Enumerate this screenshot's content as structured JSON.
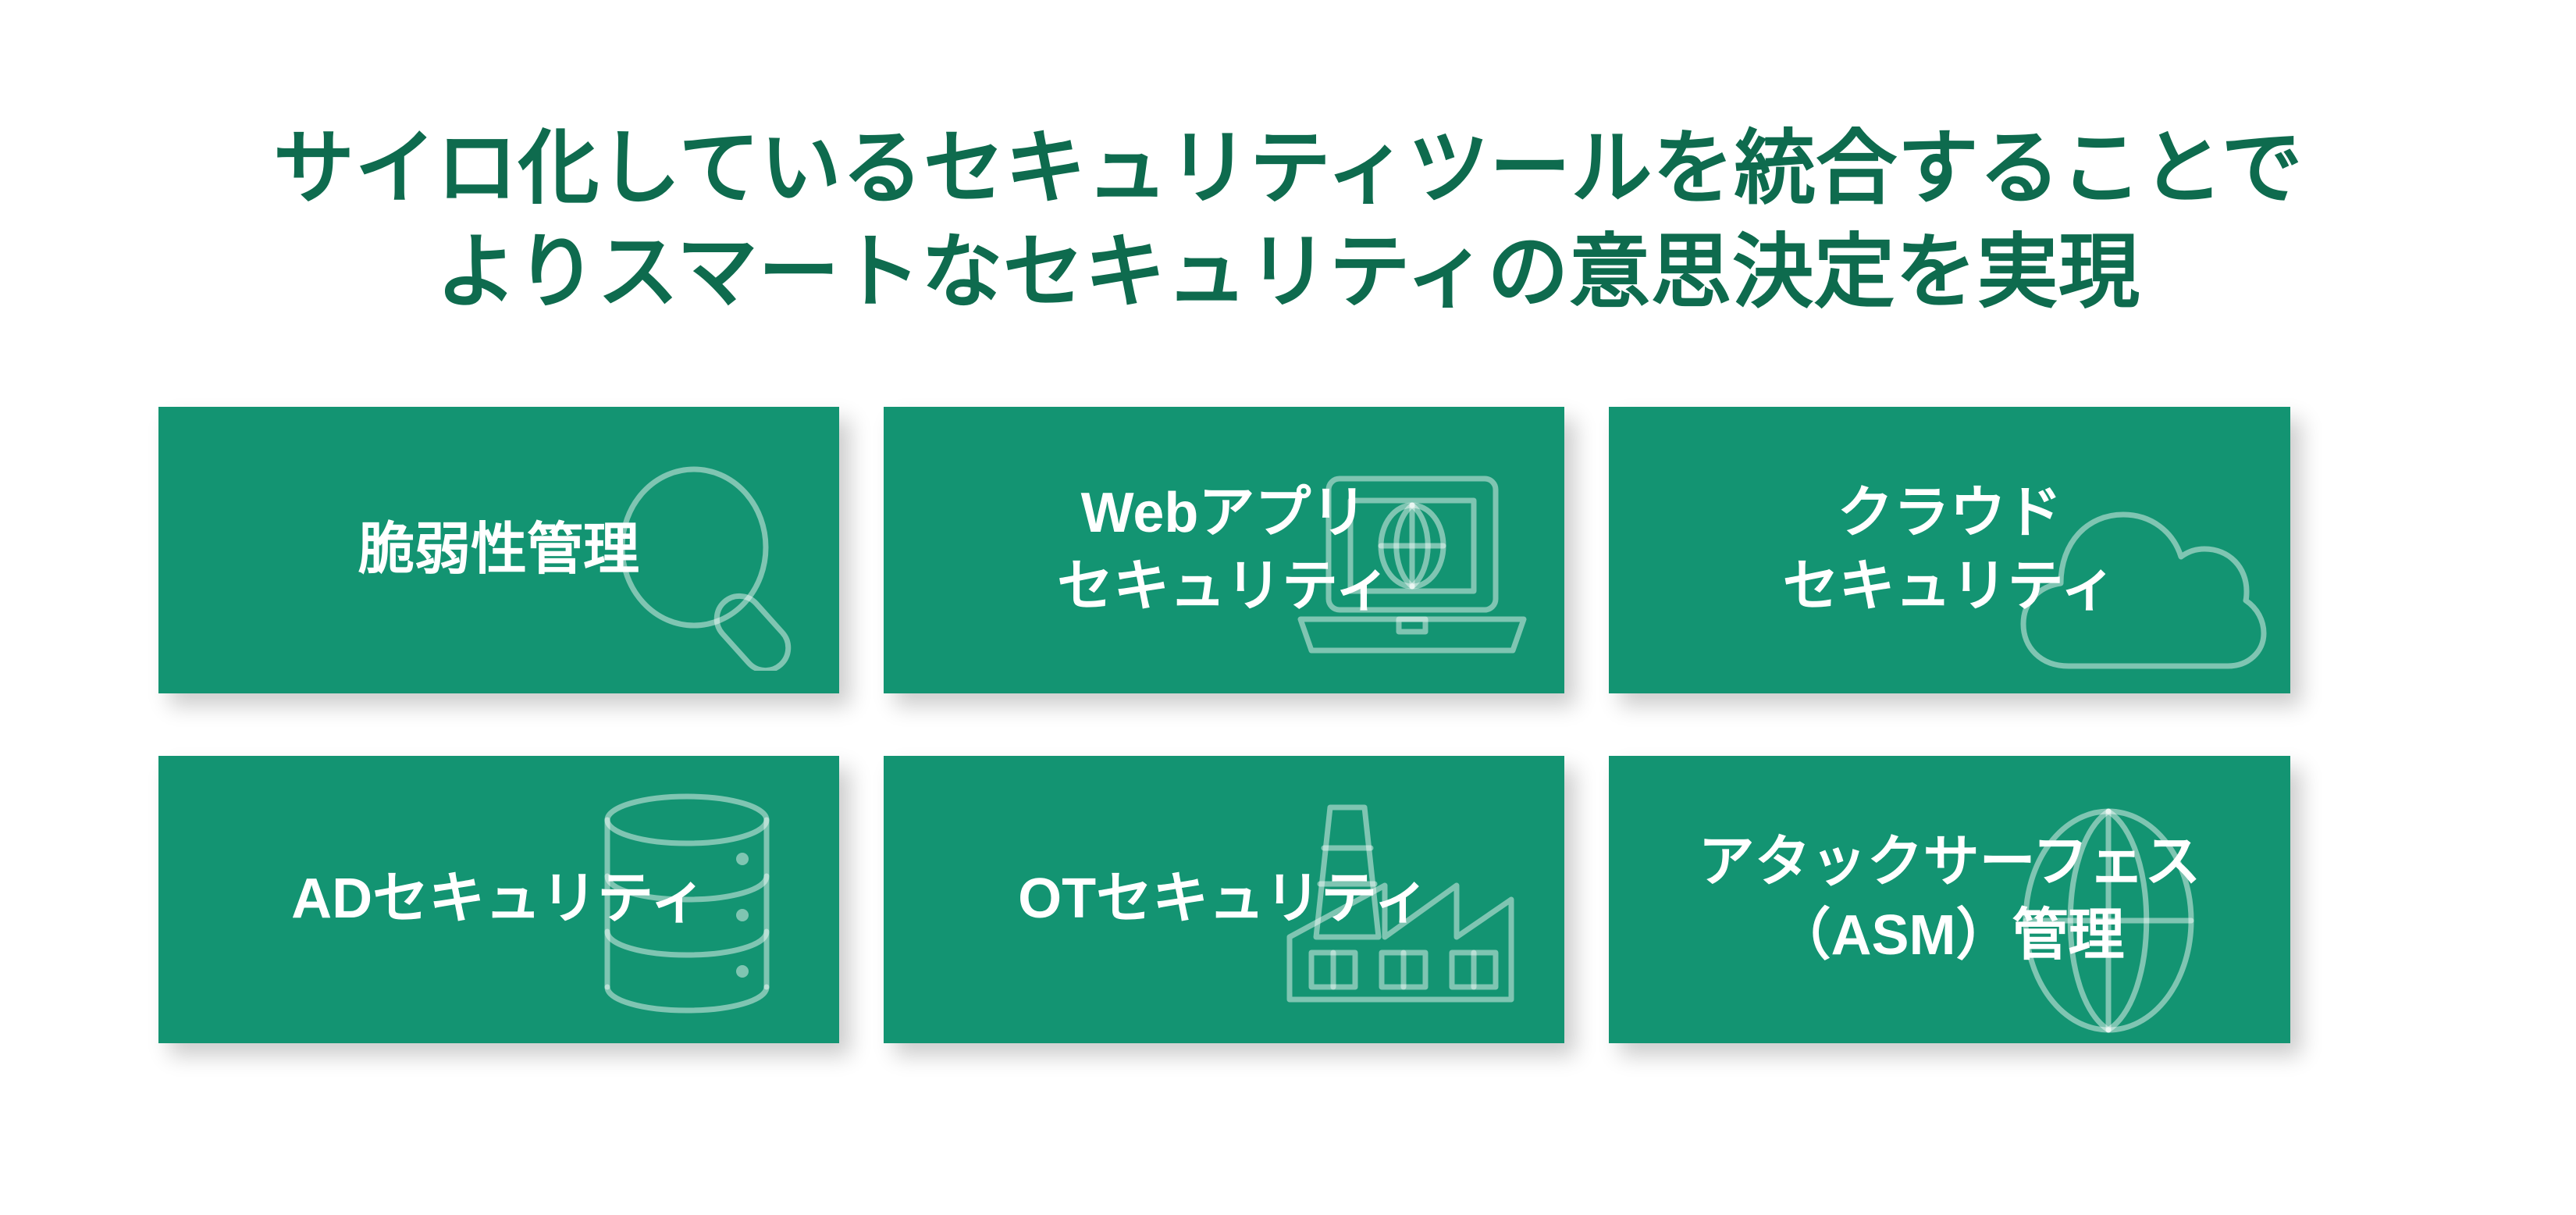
{
  "slide": {
    "background_color": "#ffffff",
    "title": {
      "color": "#0E6B4E",
      "line1": "サイロ化しているセキュリティツールを統合することで",
      "line2": "よりスマートなセキュリティの意思決定を実現"
    },
    "card_color": "#139472",
    "card_text_color": "#ffffff",
    "icon_color": "rgba(255,255,255,0.46)",
    "cards": [
      {
        "label": "脆弱性管理",
        "icon": "magnifier-icon",
        "row": 1,
        "column": 1
      },
      {
        "label": "Webアプリ\nセキュリティ",
        "icon": "laptop-globe-icon",
        "row": 1,
        "column": 2
      },
      {
        "label": "クラウド\nセキュリティ",
        "icon": "cloud-icon",
        "row": 1,
        "column": 3
      },
      {
        "label": "ADセキュリティ",
        "icon": "database-icon",
        "row": 2,
        "column": 1
      },
      {
        "label": "OTセキュリティ",
        "icon": "factory-icon",
        "row": 2,
        "column": 2
      },
      {
        "label": "アタックサーフェス\n（ASM）管理",
        "icon": "globe-icon",
        "row": 2,
        "column": 3
      }
    ]
  }
}
